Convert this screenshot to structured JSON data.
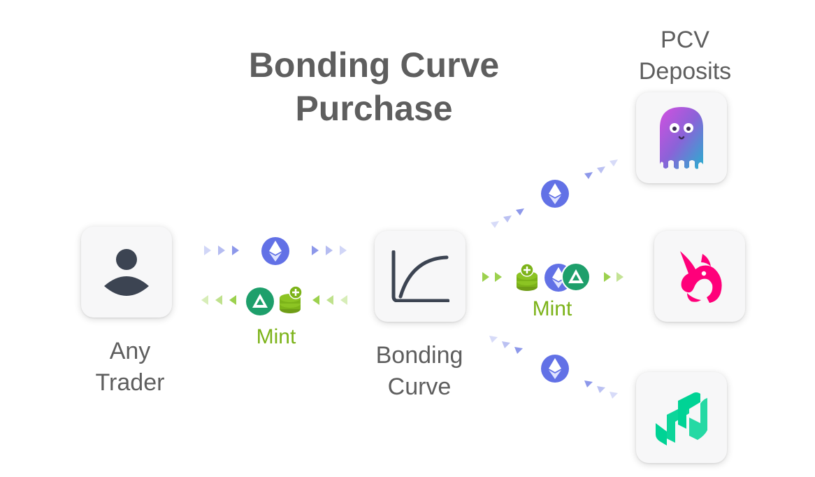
{
  "title": [
    "Bonding Curve",
    "Purchase"
  ],
  "nodes": {
    "trader": {
      "label": [
        "Any",
        "Trader"
      ],
      "icon": "user-icon"
    },
    "bonding_curve": {
      "label": [
        "Bonding",
        "Curve"
      ],
      "icon": "curve-icon"
    },
    "pcv": {
      "label": [
        "PCV",
        "Deposits"
      ]
    },
    "ghost": {
      "icon": "ghost-icon",
      "colors": [
        "#c94fe0",
        "#2fa6d6"
      ]
    },
    "uniswap": {
      "icon": "unicorn-icon",
      "color": "#ff007a"
    },
    "compound": {
      "icon": "compound-icon",
      "color": "#00d395"
    }
  },
  "flows": {
    "mint_left": "Mint",
    "mint_right": "Mint"
  },
  "colors": {
    "eth": "#6271e6",
    "fei": "#1e9f6b",
    "tribe": "#7cb319",
    "arrow_blue": "#8d98ea",
    "arrow_green": "#9cd14e",
    "text": "#5e5e5e"
  }
}
